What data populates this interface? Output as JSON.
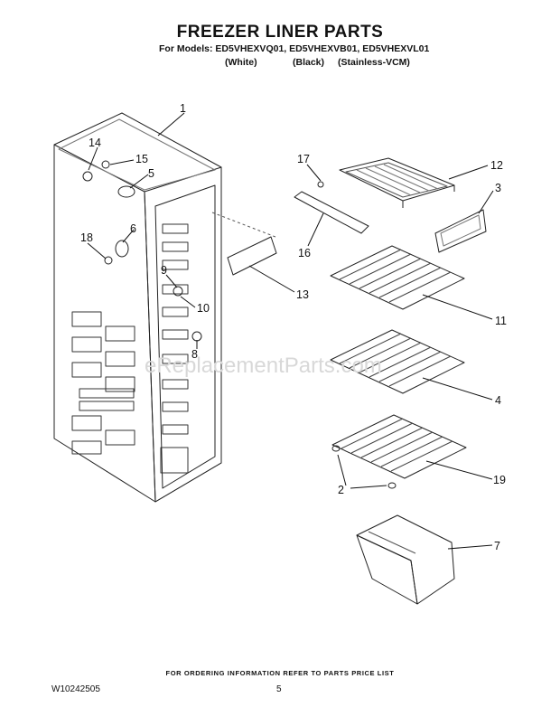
{
  "header": {
    "title": "FREEZER LINER PARTS",
    "models_line": "For Models: ED5VHEXVQ01, ED5VHEXVB01, ED5VHEXVL01",
    "variants": [
      "(White)",
      "(Black)",
      "(Stainless-VCM)"
    ]
  },
  "callouts": [
    "1",
    "17",
    "12",
    "3",
    "14",
    "15",
    "5",
    "6",
    "18",
    "16",
    "9",
    "13",
    "10",
    "11",
    "8",
    "4",
    "19",
    "2",
    "7"
  ],
  "watermark": "eReplacementParts.com",
  "footer": {
    "note": "FOR ORDERING INFORMATION REFER TO PARTS PRICE LIST",
    "doc_number": "W10242505",
    "page_number": "5"
  }
}
